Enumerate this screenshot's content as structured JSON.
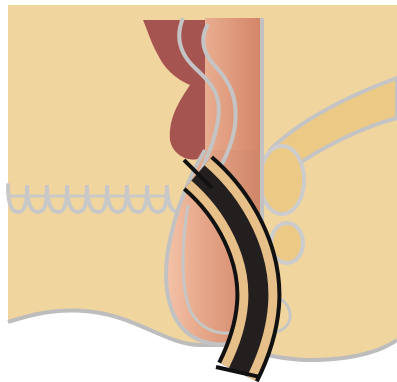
{
  "illustration": {
    "labels": [],
    "colors": {
      "background": "#ffffff",
      "body_tissue": "#f1d59f",
      "outline_gray": "#b9b9b9",
      "organ_highlight": "#f0b49a",
      "organ_base": "#dc9a7e",
      "organ_shadow": "#c97d62",
      "dark_structure": "#a65450",
      "tube_dark": "#222020",
      "tube_sheath": "#e9c089",
      "gland": "#ecc984",
      "gland_outline": "#c9c9c9"
    },
    "components": [
      "body-background",
      "bone-outline",
      "intestine-coils",
      "organ-column",
      "dark-tissue-mass",
      "round-gland",
      "curved-tube"
    ]
  }
}
